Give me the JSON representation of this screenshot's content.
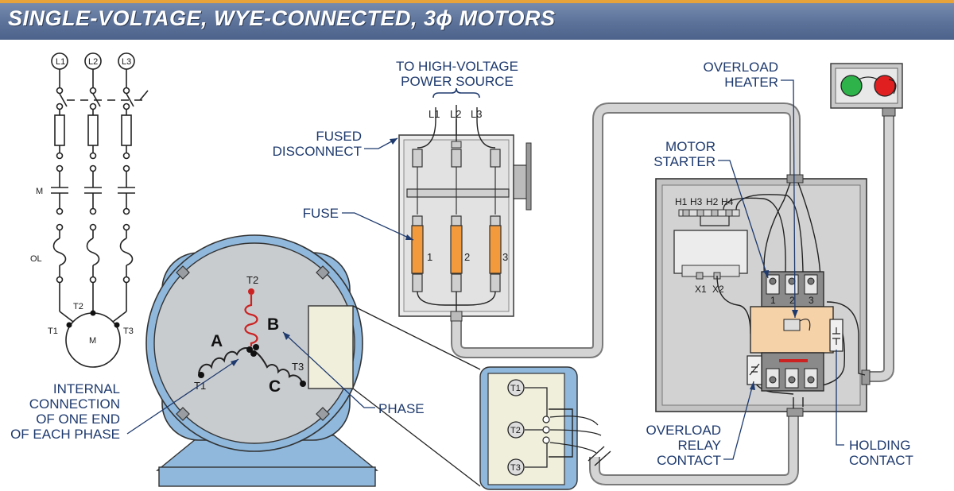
{
  "title": "SINGLE-VOLTAGE, WYE-CONNECTED, 3ϕ MOTORS",
  "schematic": {
    "lines": [
      "L1",
      "L2",
      "L3"
    ],
    "m_label": "M",
    "ol_label": "OL",
    "terminals": [
      "T1",
      "T2",
      "T3"
    ],
    "motor": "M"
  },
  "callouts": {
    "high_voltage_1": "TO HIGH-VOLTAGE",
    "high_voltage_2": "POWER SOURCE",
    "fused_1": "FUSED",
    "fused_2": "DISCONNECT",
    "fuse": "FUSE",
    "overload_heater_1": "OVERLOAD",
    "overload_heater_2": "HEATER",
    "motor_starter_1": "MOTOR",
    "motor_starter_2": "STARTER",
    "internal_1": "INTERNAL",
    "internal_2": "CONNECTION",
    "internal_3": "OF ONE END",
    "internal_4": "OF EACH PHASE",
    "phase": "PHASE",
    "overload_relay_1": "OVERLOAD",
    "overload_relay_2": "RELAY",
    "overload_relay_3": "CONTACT",
    "holding_1": "HOLDING",
    "holding_2": "CONTACT"
  },
  "disconnect": {
    "lines": [
      "L1",
      "L2",
      "L3"
    ],
    "fuse_numbers": [
      "1",
      "2",
      "3"
    ]
  },
  "motor_view": {
    "terminals": [
      "T1",
      "T2",
      "T3"
    ],
    "phases": [
      "A",
      "B",
      "C"
    ]
  },
  "starter": {
    "h_terminals": [
      "H1",
      "H3",
      "H2",
      "H4"
    ],
    "x_terminals": [
      "X1",
      "X2"
    ],
    "contact_numbers": [
      "1",
      "2",
      "3"
    ]
  },
  "colors": {
    "motor_blue": "#8fb8dc",
    "motor_face": "#c9cccf",
    "fuse_orange": "#f39a3c",
    "coil_red": "#cc2222",
    "label_blue": "#1e3a6e",
    "button_green": "#2db34a",
    "button_red": "#e02020"
  }
}
